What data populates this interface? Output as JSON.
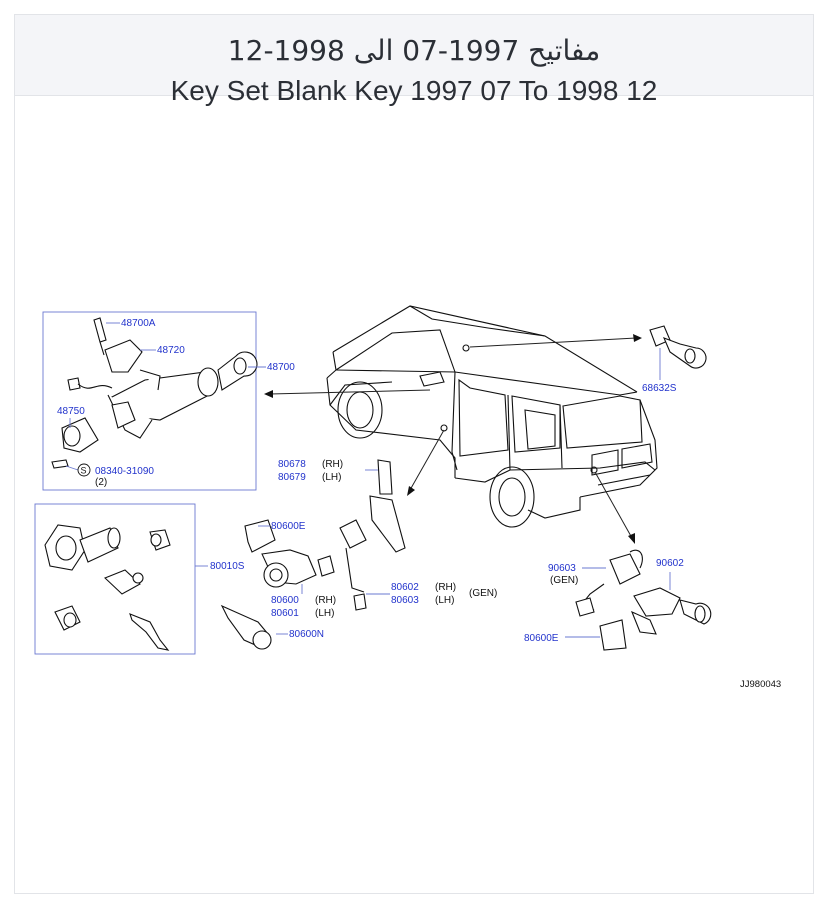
{
  "header": {
    "title_ar": "مفاتيح 1997-07 الى 1998-12",
    "title_en": "Key Set Blank Key 1997 07 To 1998 12"
  },
  "diagram": {
    "code": "JJ980043",
    "colors": {
      "label": "#2233cc",
      "box": "#6a78d0",
      "line": "#222222"
    },
    "callouts": {
      "p48700A": "48700A",
      "p48720": "48720",
      "p48700": "48700",
      "p48750": "48750",
      "p08340": "08340-31090",
      "s_mark": "S",
      "qty2": "(2)",
      "p68632S": "68632S",
      "p80678": "80678",
      "p80679": "80679",
      "rh1": "(RH)",
      "lh1": "(LH)",
      "p80600E_a": "80600E",
      "p80010S": "80010S",
      "p80600": "80600",
      "p80601": "80601",
      "rh2": "(RH)",
      "lh2": "(LH)",
      "p80600N": "80600N",
      "p80602": "80602",
      "p80603": "80603",
      "rh3": "(RH)",
      "lh3": "(LH)",
      "gen1": "(GEN)",
      "p90603": "90603",
      "gen2": "(GEN)",
      "p90602": "90602",
      "p80600E_b": "80600E"
    }
  }
}
